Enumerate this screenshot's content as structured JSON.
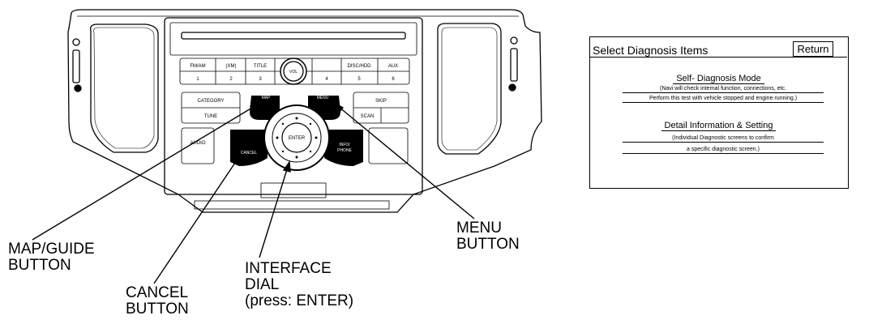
{
  "callouts": {
    "map_guide": [
      "MAP/GUIDE",
      "BUTTON"
    ],
    "cancel": [
      "CANCEL",
      "BUTTON"
    ],
    "interface_dial": [
      "INTERFACE",
      "DIAL",
      "(press: ENTER)"
    ],
    "menu": [
      "MENU",
      "BUTTON"
    ]
  },
  "panel": {
    "preset_top": [
      "FM/AM",
      "(XM)",
      "TITLE",
      "VOL",
      "DISC/HDD",
      "AUX"
    ],
    "preset_numbers": [
      "1",
      "2",
      "3",
      "4",
      "5",
      "6"
    ],
    "category": "CATEGORY",
    "tune": "TUNE",
    "skip": "SKIP",
    "scan": "SCAN",
    "audio": "AUDIO",
    "cancel_key": "CANCEL",
    "map_guide_key": "MAP",
    "menu_key": "MENU",
    "enter": "ENTER",
    "info_phone": [
      "INFO/",
      "PHONE"
    ]
  },
  "screen": {
    "title": "Select Diagnosis Items",
    "return_label": "Return",
    "items": [
      {
        "title": "Self- Diagnosis Mode",
        "lines": [
          "(Navi will check internal function, connections, etc.",
          "Perform this test with vehicle stopped and engine running.)"
        ]
      },
      {
        "title": "Detail Information & Setting",
        "lines": [
          "(Individual Diagnostic screens to confirm",
          "a specific diagnostic screen.)"
        ]
      }
    ]
  }
}
